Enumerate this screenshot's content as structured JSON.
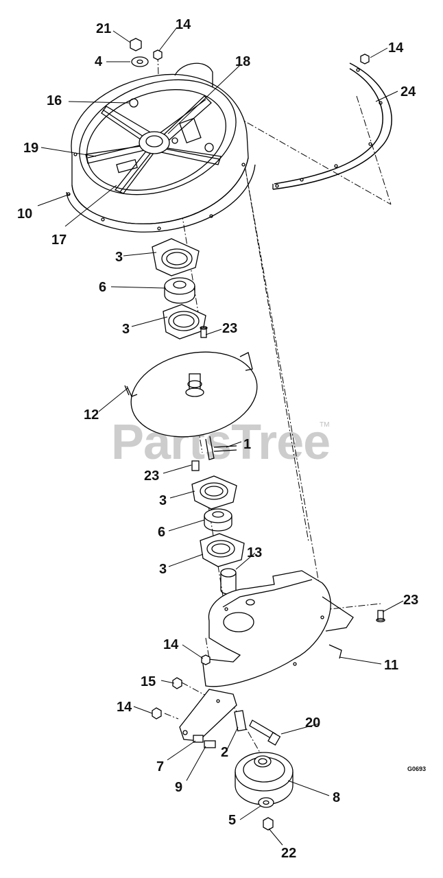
{
  "watermark": {
    "text": "PartsTree",
    "tm": "TM"
  },
  "diagram_code": "G0693",
  "callouts": {
    "c1": "1",
    "c2": "2",
    "c3a": "3",
    "c3b": "3",
    "c3c": "3",
    "c3d": "3",
    "c4": "4",
    "c5": "5",
    "c6a": "6",
    "c6b": "6",
    "c7": "7",
    "c8": "8",
    "c9": "9",
    "c10": "10",
    "c11": "11",
    "c12": "12",
    "c13": "13",
    "c14a": "14",
    "c14b": "14",
    "c14c": "14",
    "c14d": "14",
    "c15": "15",
    "c16": "16",
    "c17": "17",
    "c18": "18",
    "c19": "19",
    "c20": "20",
    "c21": "21",
    "c22": "22",
    "c23a": "23",
    "c23b": "23",
    "c23c": "23",
    "c24": "24"
  }
}
